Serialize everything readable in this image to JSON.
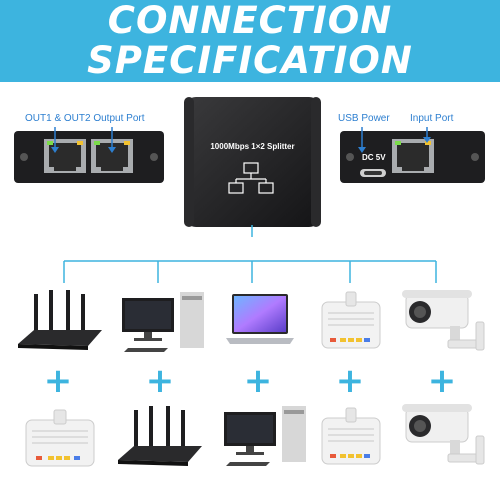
{
  "header": {
    "line1": "CONNECTION",
    "line2": "SPECIFICATION"
  },
  "labels": {
    "output_port": "OUT1 & OUT2 Output Port",
    "usb_power": "USB Power",
    "input_port": "Input Port",
    "dc": "DC 5V",
    "splitter": "1000Mbps 1×2 Splitter"
  },
  "plus_symbol": "+",
  "colors": {
    "accent": "#3db4df",
    "label": "#2d7fd0",
    "device_dark": "#1e1e20"
  },
  "top_devices": [
    "router-icon",
    "desktop-pc-icon",
    "laptop-icon",
    "modem-icon",
    "security-camera-icon"
  ],
  "bottom_devices": [
    "modem-icon",
    "router-icon",
    "desktop-pc-icon",
    "modem-icon",
    "security-camera-icon"
  ]
}
